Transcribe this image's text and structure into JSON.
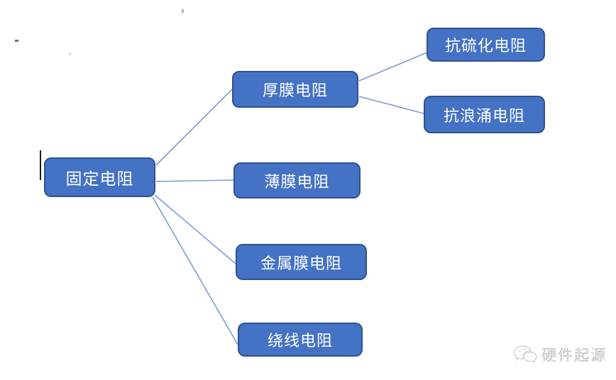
{
  "diagram": {
    "type": "tree",
    "direction": "left-to-right",
    "root": {
      "id": "fixed-resistor",
      "label": "固定电阻",
      "children": [
        {
          "id": "thick-film-resistor",
          "label": "厚膜电阻",
          "children": [
            {
              "id": "anti-sulfuration-resistor",
              "label": "抗硫化电阻"
            },
            {
              "id": "anti-surge-resistor",
              "label": "抗浪涌电阻"
            }
          ]
        },
        {
          "id": "thin-film-resistor",
          "label": "薄膜电阻"
        },
        {
          "id": "metal-film-resistor",
          "label": "金属膜电阻"
        },
        {
          "id": "wire-wound-resistor",
          "label": "绕线电阻"
        }
      ]
    },
    "colors": {
      "node_fill": "#4472C4",
      "node_border": "#2F528F",
      "node_text": "#FFFFFF",
      "connector": "#7C9AD6",
      "background": "#FFFFFF"
    }
  },
  "watermark": {
    "icon": "wechat-icon",
    "label": "硬件起源",
    "color": "#DEDEDE"
  }
}
